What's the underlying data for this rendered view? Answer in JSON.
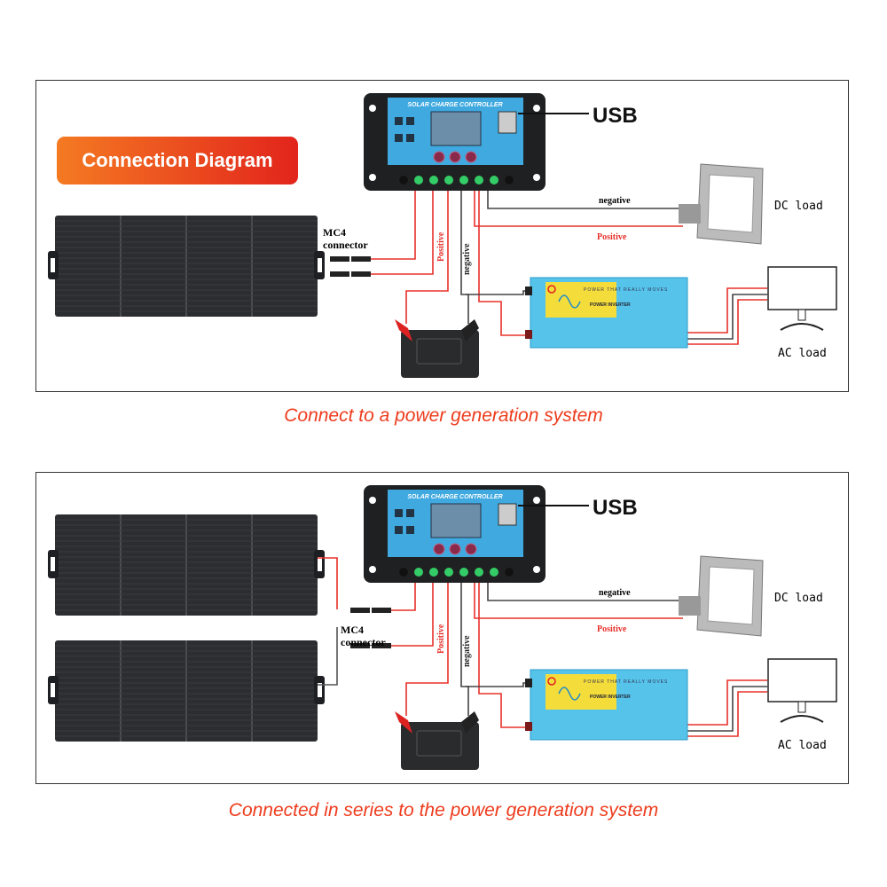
{
  "badge": {
    "label": "Connection Diagram"
  },
  "diagrams": [
    {
      "caption": "Connect to a power generation system",
      "controller_title": "SOLAR CHARGE CONTROLLER",
      "usb_label": "USB",
      "mc4_label_1": "MC4",
      "mc4_label_2": "connector",
      "positive_label": "Positive",
      "negative_label": "negative",
      "dc_negative": "negative",
      "dc_positive": "Positive",
      "dc_load": "DC load",
      "ac_load": "AC load",
      "inverter_slogan": "POWER THAT REALLY MOVES",
      "inverter_name": "POWER INVERTER",
      "panel_count": 1
    },
    {
      "caption": "Connected in series to the power generation system",
      "controller_title": "SOLAR CHARGE CONTROLLER",
      "usb_label": "USB",
      "mc4_label_1": "MC4",
      "mc4_label_2": "connector",
      "positive_label": "Positive",
      "negative_label": "negative",
      "dc_negative": "negative",
      "dc_positive": "Positive",
      "dc_load": "DC load",
      "ac_load": "AC load",
      "inverter_slogan": "POWER THAT REALLY MOVES",
      "inverter_name": "POWER INVERTER",
      "panel_count": 2
    }
  ],
  "colors": {
    "accent": "#ee3b1c",
    "wire_red": "#e8302a",
    "wire_dark": "#333333",
    "controller_face": "#3fa9e0",
    "inverter": "#56c3ea"
  }
}
